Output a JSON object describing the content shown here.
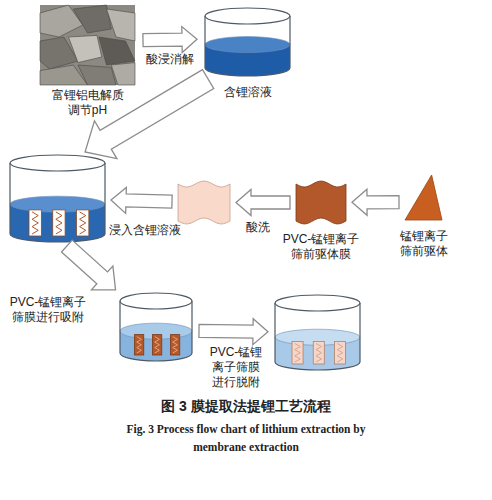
{
  "diagram": {
    "caption": "图 3 膜提取法提锂工艺流程",
    "nodes": [
      {
        "text": [
          "富锂铝电解质",
          "调节pH"
        ]
      },
      {
        "text": [
          "含锂溶液"
        ]
      },
      {
        "text": [
          "浸入含锂溶液"
        ]
      },
      {
        "text": [
          "酸洗"
        ]
      },
      {
        "text": [
          "PVC-锰锂离子筛前驱体膜"
        ]
      },
      {
        "text": [
          "锰锂离子筛前驱体"
        ]
      },
      {
        "text": [
          "PVC-锰锂离子筛膜进行吸附"
        ]
      },
      {
        "text": [
          "PVC-锰锂离子筛膜进行脱附"
        ]
      }
    ],
    "edges": [
      {
        "from": 0,
        "to": 1,
        "label": "酸浸消解",
        "arrow": "to"
      },
      {
        "from": 1,
        "to": 2,
        "arrow": "to"
      },
      {
        "from": 5,
        "to": 4,
        "arrow": "to"
      },
      {
        "from": 4,
        "to": 3,
        "arrow": "to"
      },
      {
        "from": 3,
        "to": 2,
        "arrow": "to"
      },
      {
        "from": 2,
        "to": 6,
        "arrow": "to"
      },
      {
        "from": 6,
        "to": 7,
        "arrow": "to"
      }
    ],
    "labels": [
      "Fig. 3 Process flow chart of lithium extraction by membrane extraction"
    ]
  }
}
